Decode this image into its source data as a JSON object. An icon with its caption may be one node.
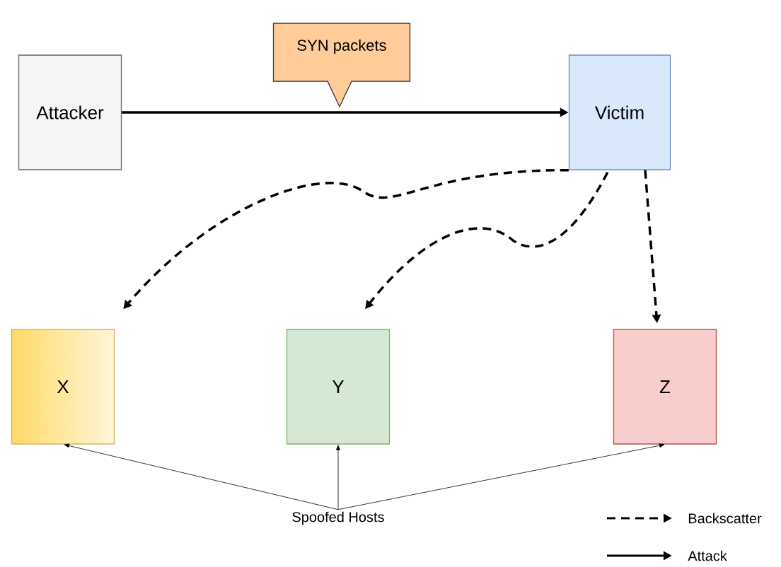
{
  "diagram": {
    "nodes": [
      {
        "text": [
          "Attacker"
        ]
      },
      {
        "text": [
          "SYN packets"
        ]
      },
      {
        "text": [
          "Victim"
        ]
      },
      {
        "text": [
          "X"
        ]
      },
      {
        "text": [
          "Y"
        ]
      },
      {
        "text": [
          "Z"
        ]
      },
      {
        "text": [
          "Spoofed Hosts"
        ]
      }
    ],
    "edges": [
      {
        "from": 0,
        "to": 2,
        "arrow": "to"
      },
      {
        "from": 2,
        "to": 3,
        "arrow": "to",
        "style": "dashed"
      },
      {
        "from": 2,
        "to": 4,
        "arrow": "to",
        "style": "dashed"
      },
      {
        "from": 2,
        "to": 5,
        "arrow": "to",
        "style": "dashed"
      },
      {
        "from": 6,
        "to": 3,
        "arrow": "to"
      },
      {
        "from": 6,
        "to": 4,
        "arrow": "to"
      },
      {
        "from": 6,
        "to": 5,
        "arrow": "to"
      }
    ],
    "legend": [
      {
        "text": "Backscatter"
      },
      {
        "text": "Attack"
      }
    ]
  }
}
